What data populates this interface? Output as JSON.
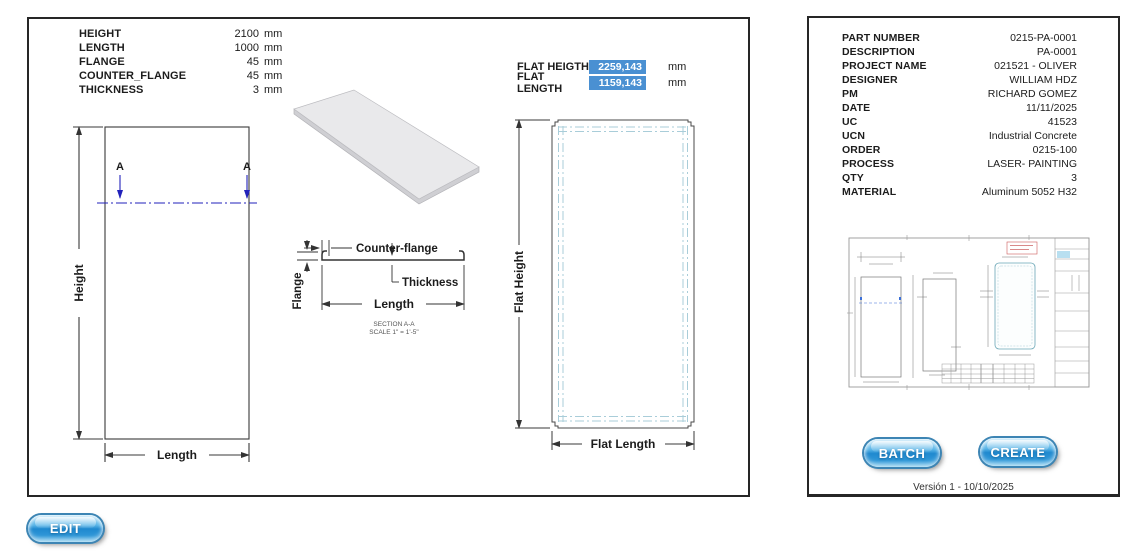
{
  "left_panel": {
    "parameters": [
      {
        "label": "HEIGHT",
        "value": "2100",
        "unit": "mm"
      },
      {
        "label": "LENGTH",
        "value": "1000",
        "unit": "mm"
      },
      {
        "label": "FLANGE",
        "value": "45",
        "unit": "mm"
      },
      {
        "label": "COUNTER_FLANGE",
        "value": "45",
        "unit": "mm"
      },
      {
        "label": "THICKNESS",
        "value": "3",
        "unit": "mm"
      }
    ],
    "flat_results": [
      {
        "label": "FLAT HEIGTH",
        "value": "2259,143",
        "unit": "mm"
      },
      {
        "label": "FLAT LENGTH",
        "value": "1159,143",
        "unit": "mm"
      }
    ],
    "formed_view": {
      "height_label": "Height",
      "length_label": "Length",
      "section_marker_left": "A",
      "section_marker_right": "A"
    },
    "section_view": {
      "counter_flange_label": "Counter-flange",
      "thickness_label": "Thickness",
      "flange_label": "Flange",
      "length_label": "Length",
      "caption_line1": "SECTION A-A",
      "caption_line2": "SCALE 1\" = 1'-5\""
    },
    "flat_view": {
      "height_label": "Flat Height",
      "length_label": "Flat Length"
    }
  },
  "right_panel": {
    "info_rows": [
      {
        "label": "PART NUMBER",
        "value": "0215-PA-0001"
      },
      {
        "label": "DESCRIPTION",
        "value": "PA-0001"
      },
      {
        "label": "PROJECT NAME",
        "value": "021521 - OLIVER"
      },
      {
        "label": "DESIGNER",
        "value": "WILLIAM HDZ"
      },
      {
        "label": "PM",
        "value": "RICHARD GOMEZ"
      },
      {
        "label": "DATE",
        "value": "11/11/2025"
      },
      {
        "label": "UC",
        "value": "41523"
      },
      {
        "label": "UCN",
        "value": "Industrial Concrete"
      },
      {
        "label": "ORDER",
        "value": "0215-100"
      },
      {
        "label": "PROCESS",
        "value": "LASER- PAINTING"
      },
      {
        "label": "QTY",
        "value": "3"
      },
      {
        "label": "MATERIAL",
        "value": "Aluminum 5052 H32"
      }
    ],
    "batch_button_label": "BATCH",
    "create_button_label": "CREATE",
    "version_text": "Versión 1 - 10/10/2025"
  },
  "edit_button_label": "EDIT",
  "colors": {
    "highlight_blue": "#4a90d2",
    "section_marker_navy": "#2222bb",
    "bend_line_cyan": "#a9cdd9",
    "button_blue": "#2089cf"
  }
}
